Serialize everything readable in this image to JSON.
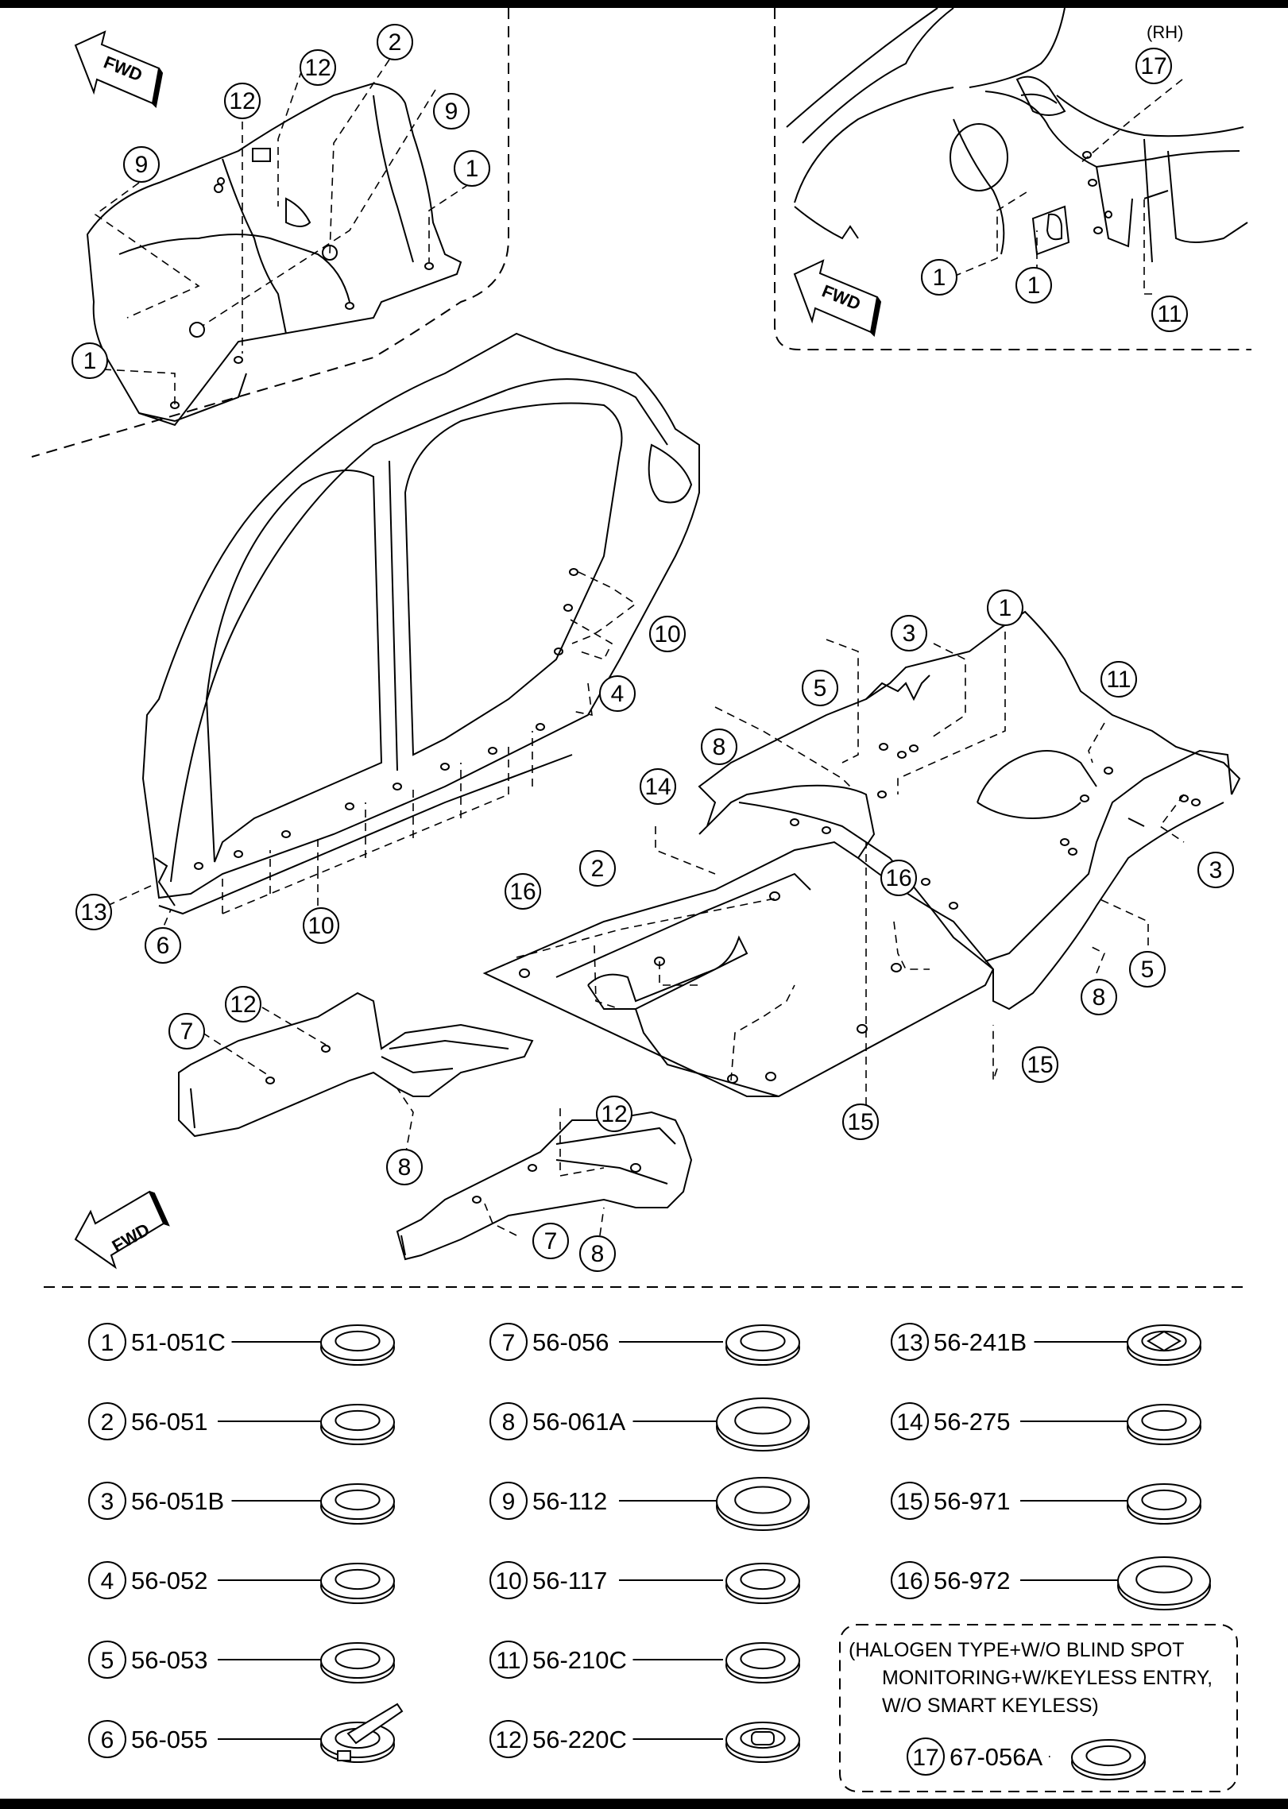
{
  "diagram": {
    "fwd_label": "FWD",
    "rh_label": "(RH)",
    "note": {
      "line1": "(HALOGEN TYPE+W/O BLIND SPOT",
      "line2": "MONITORING+W/KEYLESS ENTRY,",
      "line3": "W/O SMART KEYLESS)"
    },
    "callouts": {
      "c1": "1",
      "c2": "2",
      "c3": "3",
      "c4": "4",
      "c5": "5",
      "c6": "6",
      "c7": "7",
      "c8": "8",
      "c9": "9",
      "c10": "10",
      "c11": "11",
      "c12": "12",
      "c13": "13",
      "c14": "14",
      "c15": "15",
      "c16": "16",
      "c17": "17"
    },
    "legend": [
      {
        "num": "1",
        "part": "51-051C"
      },
      {
        "num": "2",
        "part": "56-051"
      },
      {
        "num": "3",
        "part": "56-051B"
      },
      {
        "num": "4",
        "part": "56-052"
      },
      {
        "num": "5",
        "part": "56-053"
      },
      {
        "num": "6",
        "part": "56-055"
      },
      {
        "num": "7",
        "part": "56-056"
      },
      {
        "num": "8",
        "part": "56-061A"
      },
      {
        "num": "9",
        "part": "56-112"
      },
      {
        "num": "10",
        "part": "56-117"
      },
      {
        "num": "11",
        "part": "56-210C"
      },
      {
        "num": "12",
        "part": "56-220C"
      },
      {
        "num": "13",
        "part": "56-241B"
      },
      {
        "num": "14",
        "part": "56-275"
      },
      {
        "num": "15",
        "part": "56-971"
      },
      {
        "num": "16",
        "part": "56-972"
      },
      {
        "num": "17",
        "part": "67-056A"
      }
    ]
  }
}
